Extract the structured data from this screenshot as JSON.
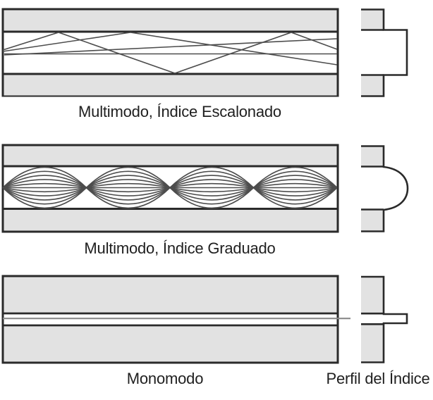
{
  "figure": {
    "diagrams": [
      {
        "id": "multimode-step",
        "label": "Multimodo, Índice Escalonado",
        "profile_shape": "step"
      },
      {
        "id": "multimode-graded",
        "label": "Multimodo, Índice Graduado",
        "profile_shape": "graded-bulge"
      },
      {
        "id": "singlemode",
        "label": "Monomodo",
        "profile_shape": "narrow-spike"
      }
    ],
    "profile_column_label": "Perfil del Índice",
    "colors": {
      "background": "#ffffff",
      "cladding_fill": "#e2e2e2",
      "outline": "#2a2a2a",
      "ray": "#4d4d4d",
      "singlemode_ray": "#8a8a8a",
      "text": "#1f1f1f"
    }
  }
}
